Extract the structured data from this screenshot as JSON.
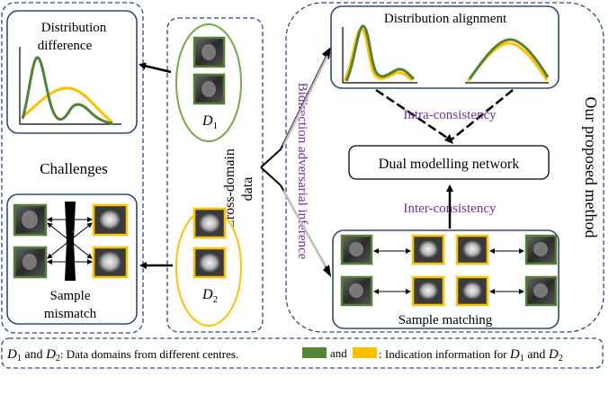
{
  "challenges": {
    "heading": "Challenges",
    "distribution_difference": "Distribution difference",
    "distribution_difference_line1": "Distribution",
    "distribution_difference_line2": "difference",
    "sample_mismatch_line1": "Sample",
    "sample_mismatch_line2": "mismatch"
  },
  "cross_domain": {
    "label_line1": "Cross-domain",
    "label_line2": "data",
    "d1_main": "D",
    "d1_sub": "1",
    "d2_main": "D",
    "d2_sub": "2"
  },
  "method": {
    "heading": "Our proposed method",
    "bidirection_label": "Bidirection adversarial inference",
    "distribution_alignment": "Distribution alignment",
    "intra_consistency": "Intra-consistency",
    "dual_modelling_network": "Dual modelling network",
    "inter_consistency": "Inter-consistency",
    "sample_matching": "Sample matching"
  },
  "legend": {
    "d1": "D",
    "sub1": "1",
    "and1": " and ",
    "d2": "D",
    "sub2": "2",
    "domains_text": ": Data domains from different centres.",
    "and_word": "and",
    "indication_text": ": Indication information for ",
    "d1b": "D",
    "sub1b": "1",
    "and2": " and ",
    "d2b": "D",
    "sub2b": "2"
  },
  "colors": {
    "green": "#548235",
    "yellow": "#FFC000",
    "purple": "#7030A0",
    "navy": "#2F4A7A",
    "gray_arrow": "#BFBFBF"
  }
}
